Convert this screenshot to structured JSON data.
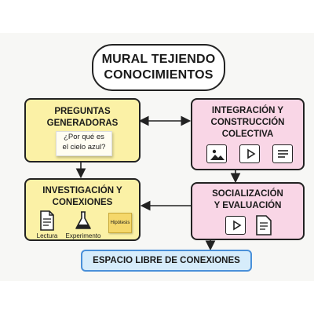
{
  "title": {
    "line1": "MURAL TEJIENDO",
    "line2": "CONOCIMIENTOS"
  },
  "cards": {
    "preguntas": {
      "line1": "PREGUNTAS",
      "line2": "GENERADORAS",
      "note_line1": "¿Por qué es",
      "note_line2": "el cielo azul?"
    },
    "integracion": {
      "line1": "INTEGRACIÓN Y",
      "line2": "CONSTRUCCIÓN",
      "line3": "COLECTIVA",
      "icons": [
        "image-icon",
        "play-icon",
        "text-lines-icon"
      ]
    },
    "investigacion": {
      "line1": "INVESTIGACIÓN Y",
      "line2": "CONEXIONES",
      "items": [
        {
          "icon": "document-icon",
          "label": "Lectura"
        },
        {
          "icon": "flask-icon",
          "label": "Experimento"
        }
      ],
      "sticky": "Hipótesis"
    },
    "socializacion": {
      "line1": "SOCIALIZACIÓN",
      "line2": "Y EVALUACIÓN",
      "icons": [
        "play-icon",
        "document-icon"
      ]
    }
  },
  "footer": {
    "label": "ESPACIO LIBRE DE CONEXIONES"
  },
  "colors": {
    "yellow_card": "#fbf1a6",
    "pink_card": "#f9d6e6",
    "footer_fill": "#d6ecfb",
    "footer_border": "#4a90d9"
  }
}
